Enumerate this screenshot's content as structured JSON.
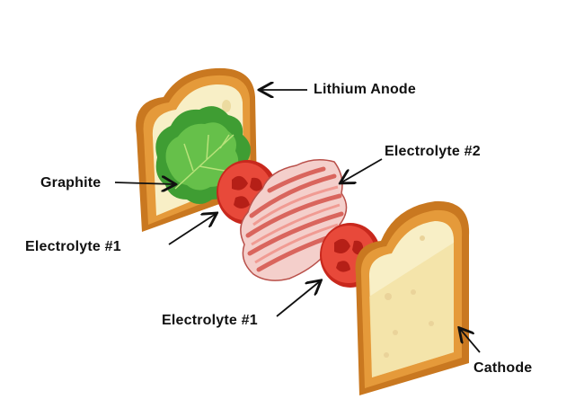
{
  "labels": {
    "lithium_anode": "Lithium Anode",
    "electrolyte_2": "Electrolyte #2",
    "graphite": "Graphite",
    "electrolyte_1_left": "Electrolyte #1",
    "electrolyte_1_bottom": "Electrolyte #1",
    "cathode": "Cathode"
  },
  "colors": {
    "crust": "#d98a2b",
    "crumb": "#f7ecc0",
    "lettuce": "#4cab3c",
    "tomato": "#e0392b",
    "bacon": "#e8a3a0",
    "arrow": "#111111"
  }
}
